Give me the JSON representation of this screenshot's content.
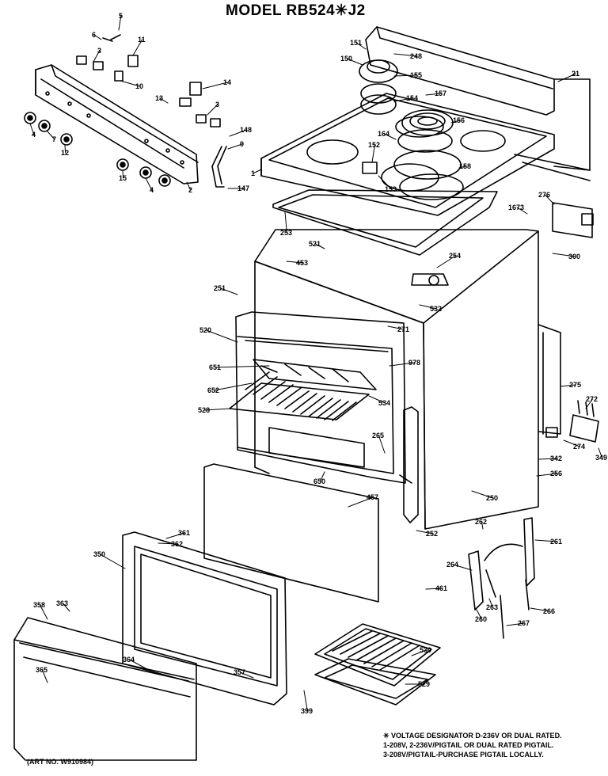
{
  "title": "MODEL RB524✳J2",
  "callouts": [
    {
      "id": "c5",
      "label": "5"
    },
    {
      "id": "c6",
      "label": "6"
    },
    {
      "id": "c11",
      "label": "11"
    },
    {
      "id": "c3a",
      "label": "3"
    },
    {
      "id": "c10",
      "label": "10"
    },
    {
      "id": "c14",
      "label": "14"
    },
    {
      "id": "c13",
      "label": "13"
    },
    {
      "id": "c3b",
      "label": "3"
    },
    {
      "id": "c148",
      "label": "148"
    },
    {
      "id": "c9",
      "label": "9"
    },
    {
      "id": "c147",
      "label": "147"
    },
    {
      "id": "c4a",
      "label": "4"
    },
    {
      "id": "c7",
      "label": "7"
    },
    {
      "id": "c12",
      "label": "12"
    },
    {
      "id": "c15",
      "label": "15"
    },
    {
      "id": "c4b",
      "label": "4"
    },
    {
      "id": "c2",
      "label": "2"
    },
    {
      "id": "c151",
      "label": "151"
    },
    {
      "id": "c150",
      "label": "150"
    },
    {
      "id": "c248",
      "label": "248"
    },
    {
      "id": "c155",
      "label": "155"
    },
    {
      "id": "c157",
      "label": "157"
    },
    {
      "id": "c154",
      "label": "154"
    },
    {
      "id": "c156",
      "label": "156"
    },
    {
      "id": "c164",
      "label": "164"
    },
    {
      "id": "c21",
      "label": "21"
    },
    {
      "id": "c152",
      "label": "152"
    },
    {
      "id": "c158",
      "label": "158"
    },
    {
      "id": "c1",
      "label": "1"
    },
    {
      "id": "c153",
      "label": "153"
    },
    {
      "id": "c276",
      "label": "276"
    },
    {
      "id": "c1673",
      "label": "1673"
    },
    {
      "id": "c253",
      "label": "253"
    },
    {
      "id": "c521",
      "label": "521"
    },
    {
      "id": "c453",
      "label": "453"
    },
    {
      "id": "c254",
      "label": "254"
    },
    {
      "id": "c300",
      "label": "300"
    },
    {
      "id": "c251",
      "label": "251"
    },
    {
      "id": "c532",
      "label": "532"
    },
    {
      "id": "c271",
      "label": "271"
    },
    {
      "id": "c520",
      "label": "520"
    },
    {
      "id": "c978",
      "label": "978"
    },
    {
      "id": "c651",
      "label": "651"
    },
    {
      "id": "c652",
      "label": "652"
    },
    {
      "id": "c534",
      "label": "534"
    },
    {
      "id": "c275",
      "label": "275"
    },
    {
      "id": "c272",
      "label": "272"
    },
    {
      "id": "c528",
      "label": "528"
    },
    {
      "id": "c274",
      "label": "274"
    },
    {
      "id": "c349",
      "label": "349"
    },
    {
      "id": "c265",
      "label": "265"
    },
    {
      "id": "c342",
      "label": "342"
    },
    {
      "id": "c256",
      "label": "256"
    },
    {
      "id": "c650",
      "label": "650"
    },
    {
      "id": "c457",
      "label": "457"
    },
    {
      "id": "c250",
      "label": "250"
    },
    {
      "id": "c361",
      "label": "361"
    },
    {
      "id": "c362",
      "label": "362"
    },
    {
      "id": "c350",
      "label": "350"
    },
    {
      "id": "c262",
      "label": "262"
    },
    {
      "id": "c252",
      "label": "252"
    },
    {
      "id": "c261",
      "label": "261"
    },
    {
      "id": "c264",
      "label": "264"
    },
    {
      "id": "c461",
      "label": "461"
    },
    {
      "id": "c358",
      "label": "358"
    },
    {
      "id": "c363",
      "label": "363"
    },
    {
      "id": "c263",
      "label": "263"
    },
    {
      "id": "c266",
      "label": "266"
    },
    {
      "id": "c260",
      "label": "260"
    },
    {
      "id": "c267",
      "label": "267"
    },
    {
      "id": "c530",
      "label": "530"
    },
    {
      "id": "c364",
      "label": "364"
    },
    {
      "id": "c365",
      "label": "365"
    },
    {
      "id": "c357",
      "label": "357"
    },
    {
      "id": "c529",
      "label": "529"
    },
    {
      "id": "c399",
      "label": "399"
    }
  ],
  "note": {
    "line1": "✳ VOLTAGE DESIGNATOR D-236V OR DUAL RATED.",
    "line2": "1-208V, 2-236V/PIGTAIL OR DUAL RATED PIGTAIL.",
    "line3": "3-208V/PIGTAIL-PURCHASE PIGTAIL LOCALLY."
  },
  "art_no": "(ART NO. W910984)"
}
